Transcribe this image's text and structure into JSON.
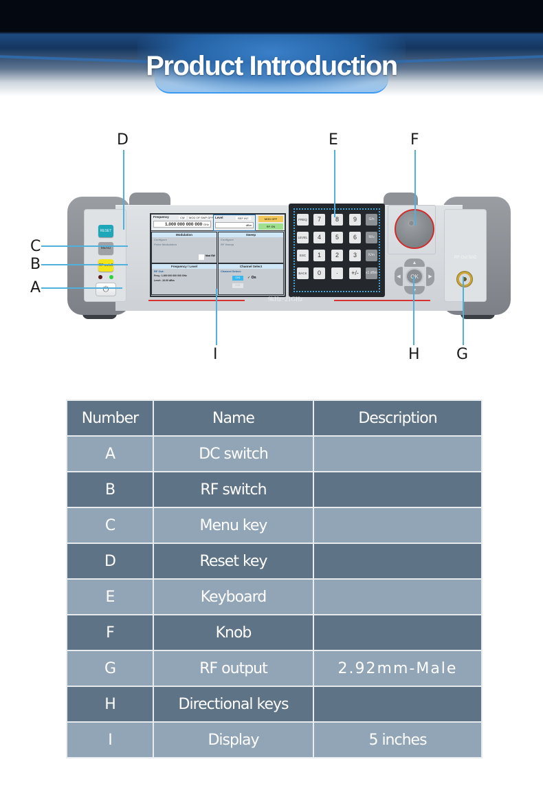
{
  "banner": {
    "title": "Product Introduction"
  },
  "device": {
    "buttons": {
      "reset": "RESET",
      "menu": "MENU",
      "rf_onoff": "RF on/off",
      "power": "⏻"
    },
    "screen": {
      "frequency_label": "Frequency",
      "freq_tabs": [
        "CW",
        "MOD OFF",
        "SWP OFF"
      ],
      "frequency_value": "1.000 000 000 000",
      "frequency_unit": "GHz",
      "level_label": "Level",
      "level_tab": "REF INT",
      "level_unit": "dBm",
      "mod_off": "MOD OFF",
      "rf_on": "RF ON",
      "modulation": {
        "title": "Modulation",
        "lines": [
          "Configure",
          "Pulse Modulation"
        ],
        "mod_sw": "Mod SW"
      },
      "sweep": {
        "title": "Sweep",
        "lines": [
          "Configure",
          "RF Sweep"
        ]
      },
      "freq_level": {
        "title": "Frequency / Level",
        "rf_out": "RF Out:",
        "freq": "Freq.: 1.000 000 000 000 GHz",
        "level": "Level: -10.00 dBm"
      },
      "channel": {
        "title": "Channel Select",
        "label": "Channel Select:",
        "ch1": "CH1",
        "ch2": "CH2",
        "on": "On"
      }
    },
    "keypad": {
      "rows": [
        [
          "FREQ",
          "7",
          "8",
          "9",
          "G/n"
        ],
        [
          "LEVEL",
          "4",
          "5",
          "6",
          "M/u"
        ],
        [
          "ESC",
          "1",
          "2",
          "3",
          "K/m"
        ],
        [
          "BACK",
          "0",
          "·",
          "+/-",
          "x1 dBm"
        ]
      ]
    },
    "dpad": {
      "ok": "OK"
    },
    "rf_out_label": "RF Out 50Ω",
    "model_text": "9kHz~21GHz",
    "callouts": [
      "A",
      "B",
      "C",
      "D",
      "E",
      "F",
      "G",
      "H",
      "I"
    ]
  },
  "table": {
    "headers": [
      "Number",
      "Name",
      "Description"
    ],
    "rows": [
      {
        "number": "A",
        "name": "DC switch",
        "description": ""
      },
      {
        "number": "B",
        "name": "RF switch",
        "description": ""
      },
      {
        "number": "C",
        "name": "Menu key",
        "description": ""
      },
      {
        "number": "D",
        "name": "Reset key",
        "description": ""
      },
      {
        "number": "E",
        "name": "Keyboard",
        "description": ""
      },
      {
        "number": "F",
        "name": "Knob",
        "description": ""
      },
      {
        "number": "G",
        "name": "RF output",
        "description": "2.92mm-Male"
      },
      {
        "number": "H",
        "name": "Directional keys",
        "description": ""
      },
      {
        "number": "I",
        "name": "Display",
        "description": "5 inches"
      }
    ]
  },
  "colors": {
    "header_bg": "#5f7386",
    "row_light": "#91a5b6",
    "row_dark": "#5f7386",
    "callout_line": "#4fb0dc",
    "accent_red": "#d73131"
  }
}
